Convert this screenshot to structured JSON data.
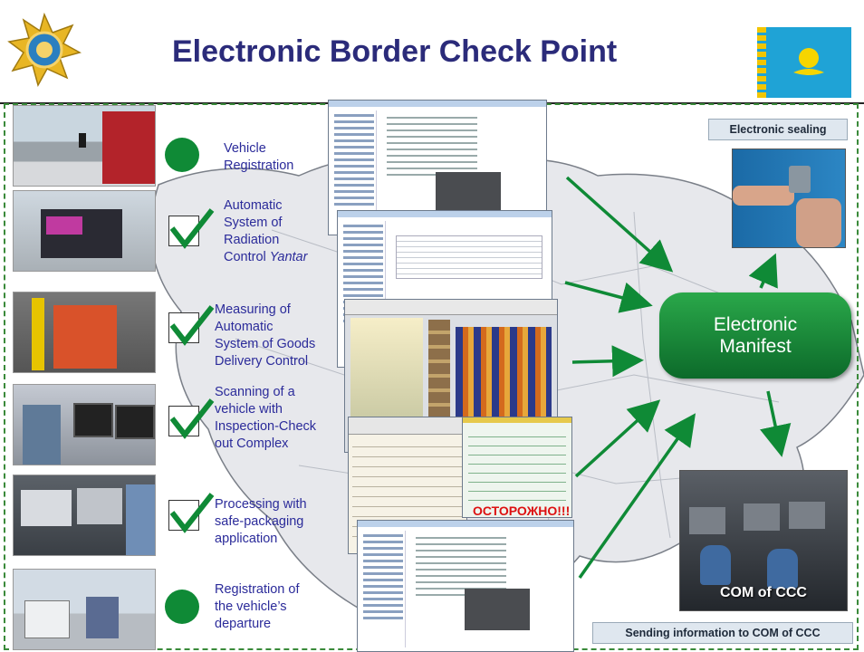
{
  "title": "Electronic  Border Check Point",
  "steps": [
    {
      "lines": [
        "Vehicle",
        "Registration"
      ],
      "marker": "dot"
    },
    {
      "lines": [
        "Automatic",
        "System of",
        "Radiation",
        "Control ",
        "Yantar"
      ],
      "marker": "check"
    },
    {
      "lines": [
        "Measuring of",
        "Automatic",
        "System of Goods",
        "Delivery Control"
      ],
      "marker": "check"
    },
    {
      "lines": [
        "Scanning of a",
        "vehicle with",
        "Inspection-Check",
        "out Complex"
      ],
      "marker": "check"
    },
    {
      "lines": [
        "Processing with",
        "safe-packaging",
        "application"
      ],
      "marker": "check"
    },
    {
      "lines": [
        "Registration of",
        "the vehicle’s",
        "departure"
      ],
      "marker": "dot"
    }
  ],
  "manifest": {
    "line1": "Electronic",
    "line2": "Manifest"
  },
  "labels": {
    "sealing": "Electronic sealing",
    "sending": "Sending information to COM of CCC",
    "com": "COM of CCC",
    "warning": "ОСТОРОЖНО!!!"
  },
  "colors": {
    "title": "#2b2b7a",
    "steps": "#2b2b9a",
    "accent": "#0f8a36",
    "flag": "#1fa3d6"
  }
}
